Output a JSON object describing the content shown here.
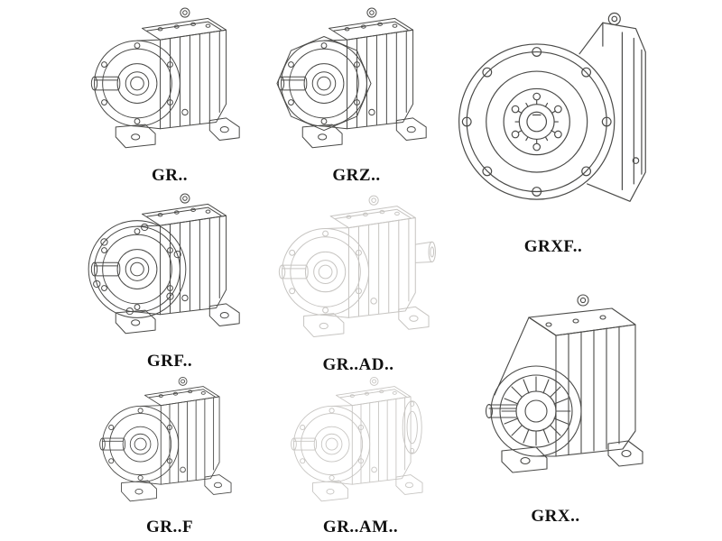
{
  "page": {
    "background": "#ffffff",
    "description": "Catalog sheet of eight technical line drawings of helical gear reducer models"
  },
  "colors": {
    "background": "#ffffff",
    "line": "#4a4a48",
    "line_light": "#c7c5c2",
    "text": "#111111"
  },
  "products": [
    {
      "id": "gr",
      "label": "GR..",
      "line_style": "solid",
      "description": "foot-mounted helical gear reducer, isometric view"
    },
    {
      "id": "grz",
      "label": "GRZ..",
      "line_style": "solid",
      "description": "foot-mounted helical gear reducer with octagonal end face"
    },
    {
      "id": "grxf",
      "label": "GRXF..",
      "line_style": "solid",
      "description": "flange-mounted helical gear reducer, round flange facing viewer"
    },
    {
      "id": "grf",
      "label": "GRF..",
      "line_style": "solid",
      "description": "flange and foot mounted helical gear reducer"
    },
    {
      "id": "grad",
      "label": "GR..AD..",
      "line_style": "light",
      "description": "helical gear reducer with input adapter, phantom gray linework"
    },
    {
      "id": "grf_foot",
      "label": "GR..F",
      "line_style": "solid",
      "description": "foot-mounted helical gear reducer"
    },
    {
      "id": "gram",
      "label": "GR..AM..",
      "line_style": "light",
      "description": "helical gear reducer with motor mounting flange, phantom gray linework"
    },
    {
      "id": "grx",
      "label": "GRX..",
      "line_style": "solid",
      "description": "large foot-mounted helical gear reducer with finned end face"
    }
  ]
}
